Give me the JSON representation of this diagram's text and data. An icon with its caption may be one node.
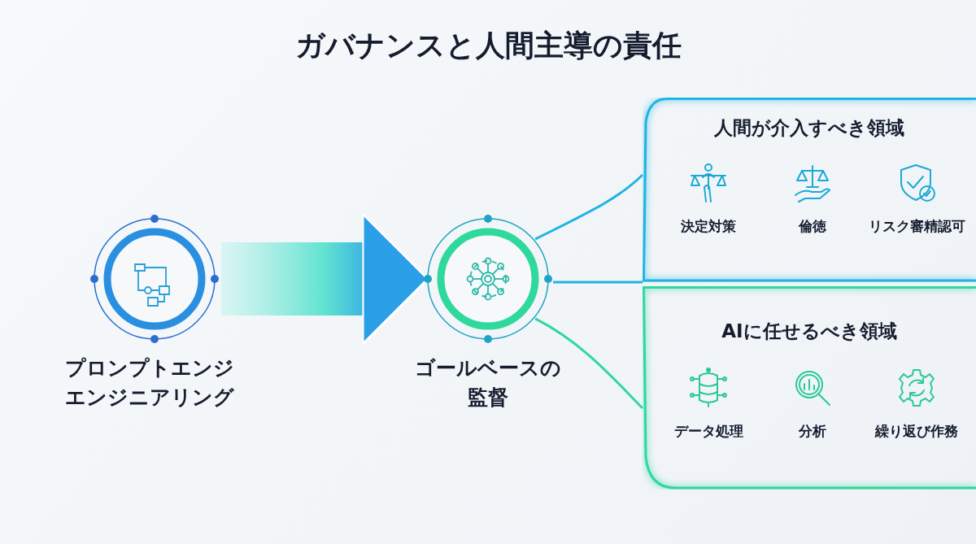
{
  "diagram": {
    "title": "ガバナンスと人間主導の責任",
    "nodes": [
      {
        "text": [
          "プロンプトエンジエンジニアリング"
        ]
      },
      {
        "text": [
          "ゴールベースの監督"
        ]
      },
      {
        "text": [
          "人間が介入すべき領域"
        ]
      },
      {
        "text": [
          "決定対策"
        ],
        "in": 2
      },
      {
        "text": [
          "倫徳"
        ],
        "in": 2
      },
      {
        "text": [
          "リスク審精認可"
        ],
        "in": 2
      },
      {
        "text": [
          "AIに任せるべき領域"
        ]
      },
      {
        "text": [
          "データ処理"
        ],
        "in": 6
      },
      {
        "text": [
          "分析"
        ],
        "in": 6
      },
      {
        "text": [
          "繰り返び作務"
        ],
        "in": 6
      }
    ],
    "edges": [
      {
        "from": 0,
        "to": 1,
        "arrow": "to"
      },
      {
        "from": 1,
        "to": 2,
        "arrow": "none",
        "color": "#1fb4e4"
      },
      {
        "from": 1,
        "to": 6,
        "arrow": "none",
        "color": "#2fd89c"
      },
      {
        "from": 1,
        "to": 2,
        "arrow": "none",
        "color": "#1fb4e4"
      }
    ]
  }
}
